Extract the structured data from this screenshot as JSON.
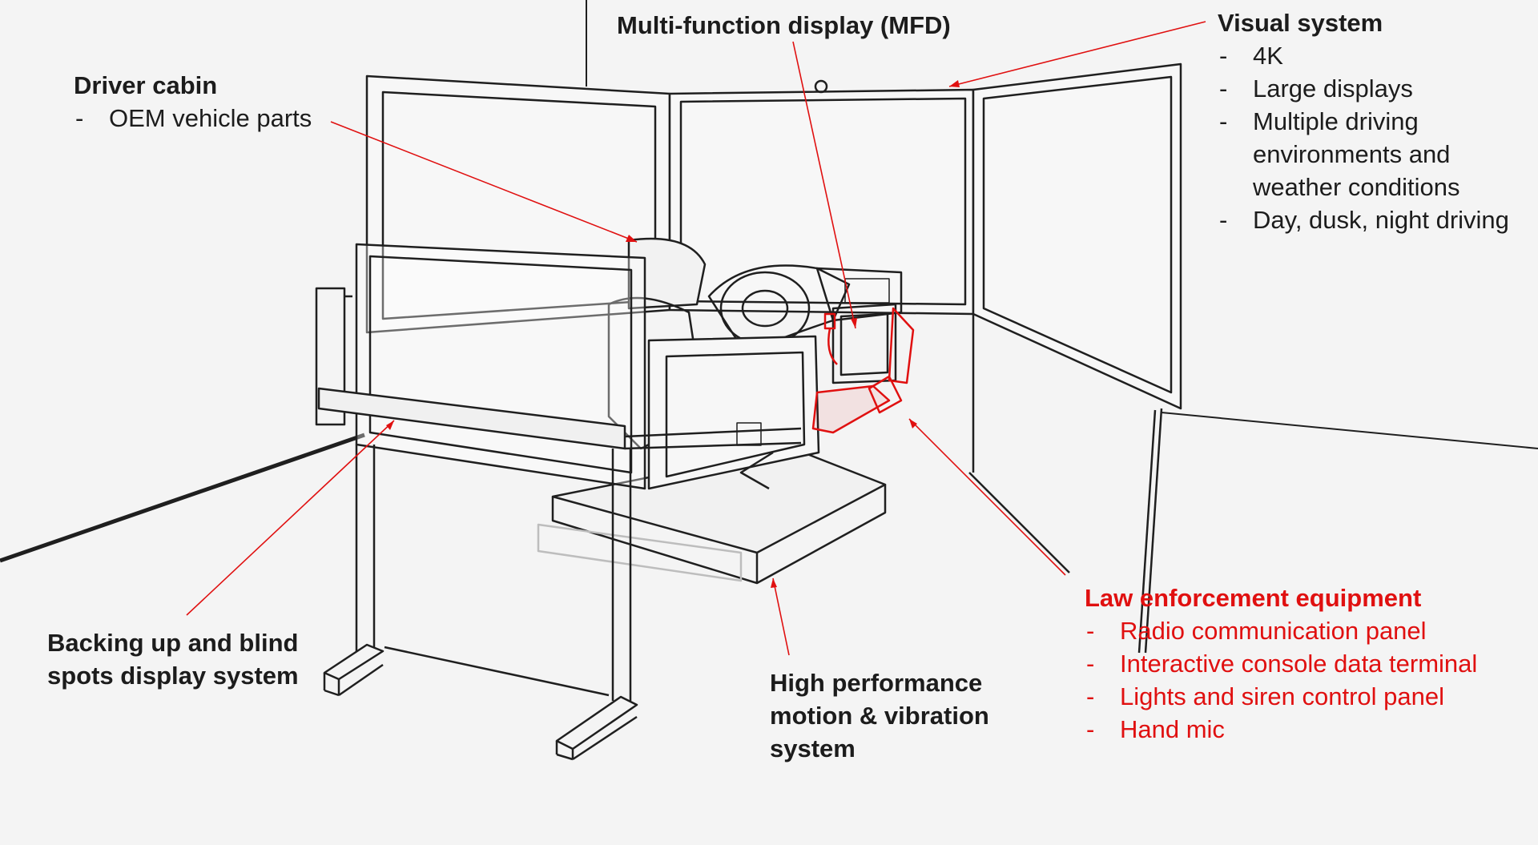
{
  "colors": {
    "line": "#1f1f1f",
    "accent": "#e01010",
    "background": "#f4f4f4"
  },
  "labels": {
    "driver_cabin": {
      "title": "Driver cabin",
      "items": [
        "OEM vehicle parts"
      ]
    },
    "mfd": {
      "title": "Multi-function display (MFD)"
    },
    "visual_system": {
      "title": "Visual system",
      "items": [
        "4K",
        "Large displays",
        "Multiple driving environments and weather conditions",
        "Day, dusk, night driving"
      ]
    },
    "backing_up": {
      "title": "Backing up and blind spots display system"
    },
    "motion": {
      "title": "High performance motion & vibration system"
    },
    "law_enforcement": {
      "title": "Law enforcement equipment",
      "items": [
        "Radio communication panel",
        "Interactive console data terminal",
        "Lights and siren control panel",
        "Hand mic"
      ]
    }
  }
}
